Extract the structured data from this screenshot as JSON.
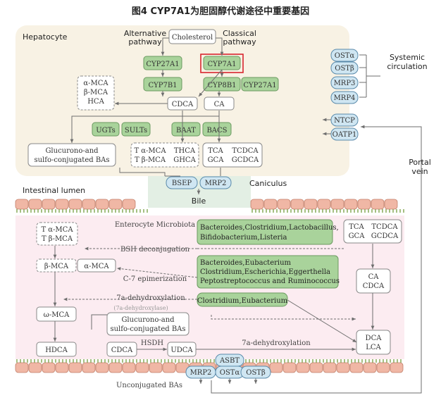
{
  "title": "图4 CYP7A1为胆固醇代谢途径中重要基因",
  "hepatocyte": {
    "region_label": "Hepatocyte",
    "alternative_pathway": [
      "Alternative",
      "pathway"
    ],
    "classical_pathway": [
      "Classical",
      "pathway"
    ],
    "cholesterol": "Cholesterol",
    "cyp27a1_left": "CYP27A1",
    "cyp7a1": "CYP7A1",
    "cyp7b1": "CYP7B1",
    "cyp8b1": "CYP8B1",
    "cyp27a1_right": "CYP27A1",
    "mca_group": [
      "α-MCA",
      "β-MCA",
      "HCA"
    ],
    "cdca": "CDCA",
    "ca": "CA",
    "ugts": "UGTs",
    "sults": "SULTs",
    "baat": "BAAT",
    "bacs": "BACS",
    "glucurono": [
      "Glucurono-and",
      "sulfo-conjugated BAs"
    ],
    "tmca_group": [
      "T α-MCA",
      "THCA",
      "T β-MCA",
      "GHCA"
    ],
    "tca_group": [
      "TCA",
      "TCDCA",
      "GCA",
      "GCDCA"
    ]
  },
  "transporters_right": {
    "ost_alpha": "OSTα",
    "ost_beta": "OSTβ",
    "mrp3": "MRP3",
    "mrp4": "MRP4",
    "systemic": [
      "Systemic",
      "circulation"
    ],
    "ntcp": "NTCP",
    "oatp1": "OATP1",
    "portal_vein": [
      "Portal",
      "vein"
    ]
  },
  "canaliculus": {
    "bsep": "BSEP",
    "mrp2": "MRP2",
    "label": "Caniculus",
    "bile": "Bile"
  },
  "intestine": {
    "lumen_label": "Intestinal lumen",
    "tmca_box": [
      "T α-MCA",
      "T β-MCA"
    ],
    "enterocyte_microbiota": "Enterocyte Microbiota",
    "bacteria_1": [
      "Bacteroides,Clostridium,Lactobacillus,",
      "Bifidobacterium,Listeria"
    ],
    "bsh": "BSH deconjugation",
    "tca_box": [
      "TCA",
      "TCDCA",
      "GCA",
      "GCDCA"
    ],
    "bmca": "β-MCA",
    "amca": "α-MCA",
    "c7": "C-7 epimerization",
    "bacteria_2": [
      "Bacteroides,Eubacterium",
      "Clostridium,Escherichia,Eggerthella",
      "Peptostreptococcus and Ruminococcus"
    ],
    "ca_cdca": [
      "CA",
      "CDCA"
    ],
    "dehydrox": "7a-dehydroxylation",
    "bacteria_3": "Clostridium,Eubacterium",
    "dehydrox_enzyme": "(7a-dehydroxylase)",
    "omca": "ω-MCA",
    "glucurono": [
      "Glucurono-and",
      "sulfo-conjugated BAs"
    ],
    "dca_lca": [
      "DCA",
      "LCA"
    ],
    "hdca": "HDCA",
    "cdca": "CDCA",
    "hsdh": "HSDH",
    "udca": "UDCA",
    "dehydrox_bottom": "7a-dehydroxylation",
    "asbt": "ASBT",
    "mrp2": "MRP2",
    "osta": "OSTα",
    "ostb": "OSTβ",
    "unconjugated": "Unconjugated BAs"
  },
  "colors": {
    "hepatocyte_bg": "#f8f2e4",
    "intestine_bg": "#fcecf1",
    "green_box": "#a9d39b",
    "green_border": "#6b9a60",
    "blue_pill": "#cfe6f2",
    "blue_border": "#5a8aaa",
    "highlight": "#d8262e",
    "canaliculus_bg": "#e3efe4",
    "cell_fill": "#f0b7a5",
    "cell_border": "#c2806b",
    "microvilli": "#7fa64e",
    "arrow": "#6e6e6e"
  }
}
